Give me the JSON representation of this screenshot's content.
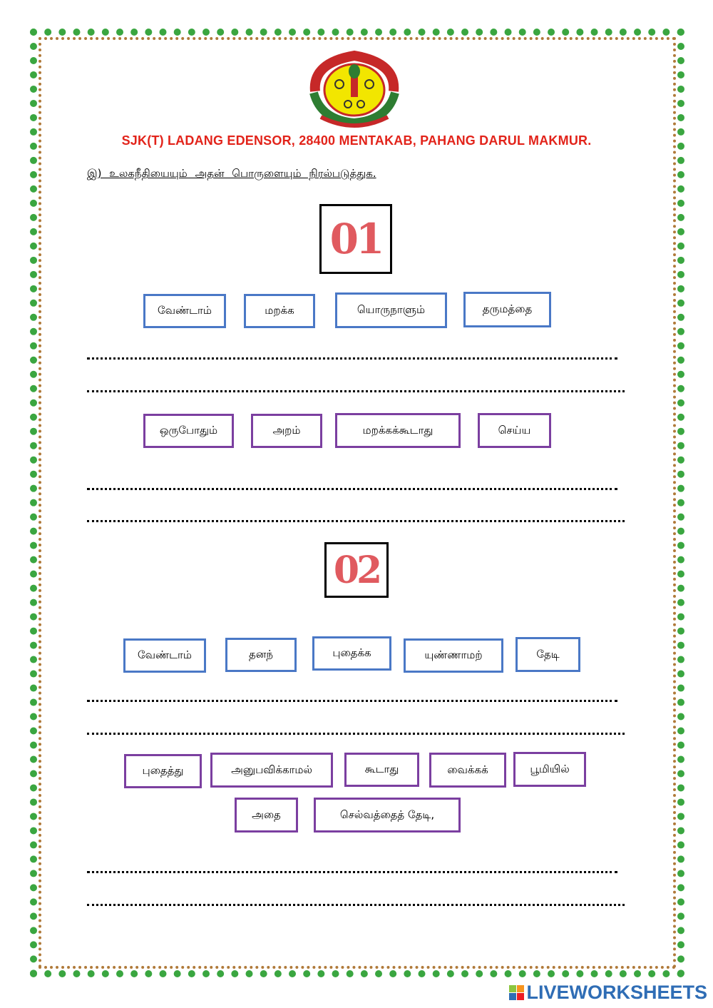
{
  "header": {
    "school_name": "SJK(T) LADANG EDENSOR, 28400 MENTAKAB, PAHANG DARUL MAKMUR.",
    "instruction": "இ) உலகநீதியையும் அதன் பொருளையும் நிரல்படுத்துக."
  },
  "section1": {
    "number": "01",
    "words_a": [
      "வேண்டாம்",
      "மறக்க",
      "யொருநாளும்",
      "தருமத்தை"
    ],
    "words_b": [
      "ஒருபோதும்",
      "அறம்",
      "மறக்கக்கூடாது",
      "செய்ய"
    ]
  },
  "section2": {
    "number": "02",
    "words_a": [
      "வேண்டாம்",
      "தனந்",
      "புதைக்க",
      "யுண்ணாமற்",
      "தேடி"
    ],
    "words_b": [
      "புதைத்து",
      "அனுபவிக்காமல்",
      "கூடாது",
      "வைக்கக்",
      "பூமியில்",
      "அதை",
      "செல்வத்தைத் தேடி,"
    ]
  },
  "footer": {
    "brand": "LIVEWORKSHEETS"
  },
  "colors": {
    "school_name": "#e2231a",
    "blue_box": "#4a78c6",
    "purple_box": "#7b3fa0",
    "number": "#e05a5f",
    "border_green": "#3aa640"
  }
}
